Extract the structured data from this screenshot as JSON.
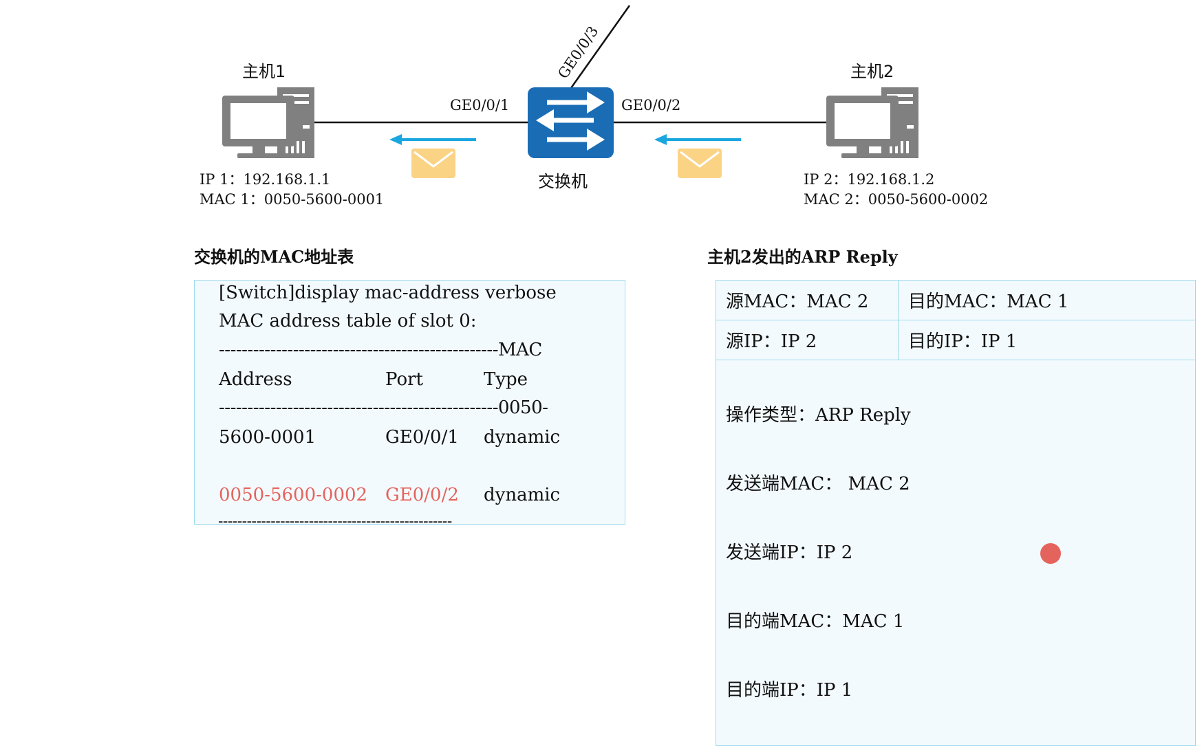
{
  "host1": {
    "title": "主机1",
    "ip": "IP 1：192.168.1.1",
    "mac": "MAC 1：0050-5600-0001"
  },
  "host2": {
    "title": "主机2",
    "ip": "IP 2：192.168.1.2",
    "mac": "MAC 2：0050-5600-0002"
  },
  "switch": {
    "label": "交换机",
    "ports": {
      "p1": "GE0/0/1",
      "p2": "GE0/0/2",
      "p3": "GE0/0/3"
    }
  },
  "mac_table": {
    "title": "交换机的MAC地址表",
    "command": "[Switch]display mac-address verbose",
    "slot_line": "MAC address table of slot 0:",
    "dash_mac": "-------------------------------------------------MAC",
    "header_address": "Address",
    "header_port": "Port",
    "header_type": "Type",
    "dash_0050": "-------------------------------------------------0050-",
    "row1_mac": "5600-0001",
    "row1_port": "GE0/0/1",
    "row1_type": "dynamic",
    "row2_mac": "0050-5600-0002",
    "row2_port": "GE0/0/2",
    "row2_type": "dynamic",
    "dash_end": "-------------------------------------------------"
  },
  "arp_reply": {
    "title": "主机2发出的ARP Reply",
    "src_mac": "源MAC：MAC 2",
    "dst_mac": "目的MAC：MAC 1",
    "src_ip": "源IP：IP 2",
    "dst_ip": "目的IP：IP 1",
    "op_type": "操作类型：ARP Reply",
    "sender_mac": "发送端MAC： MAC 2",
    "sender_ip": "发送端IP：IP 2",
    "target_mac": "目的端MAC：MAC 1",
    "target_ip": "目的端IP：IP 1"
  },
  "colors": {
    "switch_blue": "#1a6db5",
    "pc_gray": "#808080",
    "arrow_cyan": "#1aa7df",
    "envelope": "#fbd385",
    "panel_border": "#9ed9ec",
    "panel_bg": "#f3fafd",
    "highlight_red": "#e5635d"
  },
  "icons": [
    "pc-icon",
    "switch-icon",
    "envelope-icon",
    "arrow-left-icon"
  ]
}
